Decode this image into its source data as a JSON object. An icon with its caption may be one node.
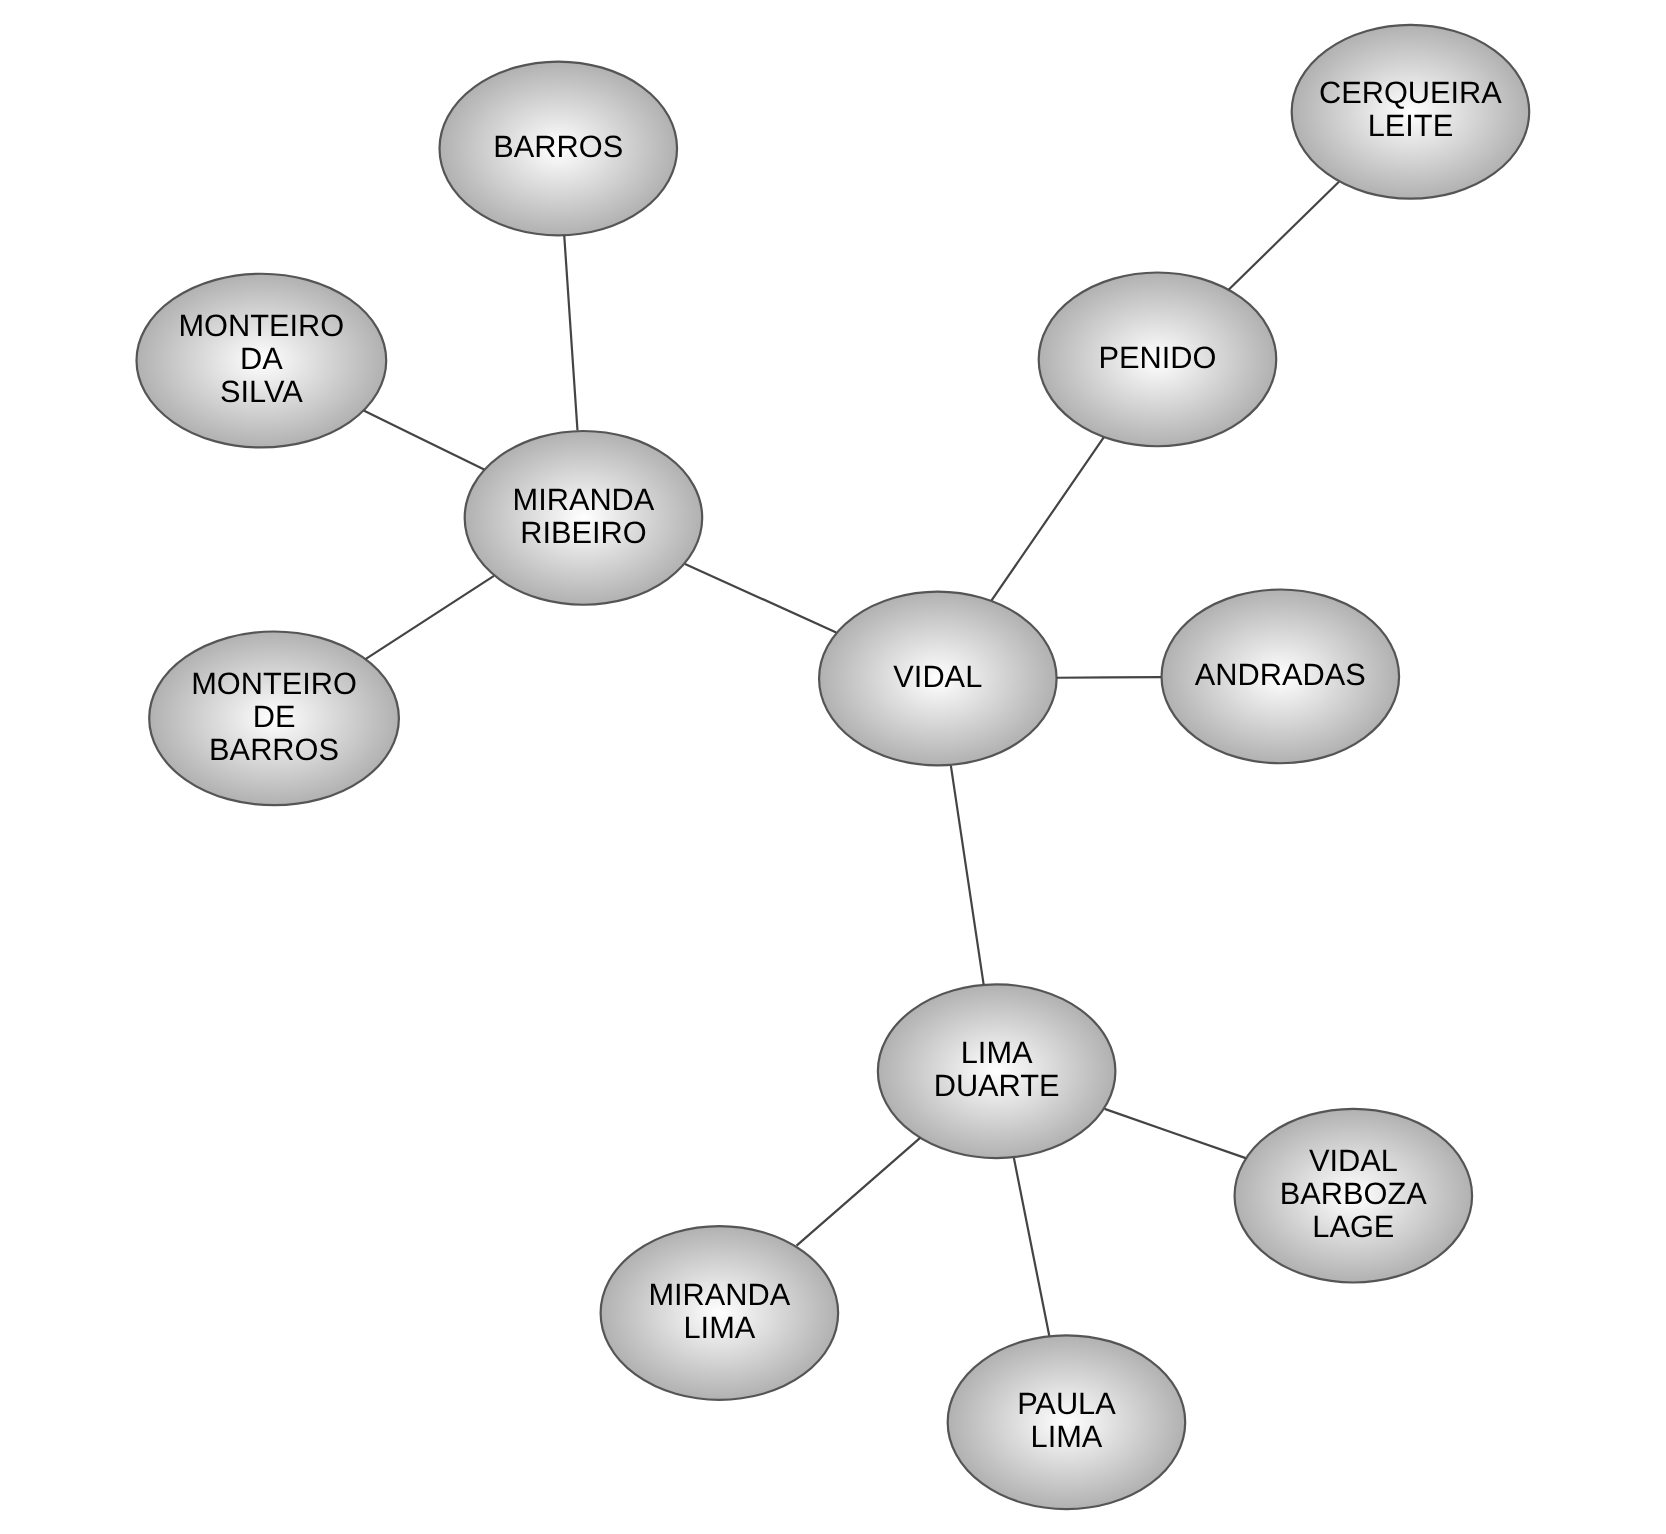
{
  "diagram": {
    "nodes": [
      {
        "text": [
          "MONTEIRO DA SILVA"
        ]
      },
      {
        "text": [
          "BARROS"
        ]
      },
      {
        "text": [
          "MONTEIRO DE BARROS"
        ]
      },
      {
        "text": [
          "MIRANDA RIBEIRO"
        ]
      },
      {
        "text": [
          "CERQUEIRA LEITE"
        ]
      },
      {
        "text": [
          "PENIDO"
        ]
      },
      {
        "text": [
          "VIDAL"
        ]
      },
      {
        "text": [
          "ANDRADAS"
        ]
      },
      {
        "text": [
          "LIMA DUARTE"
        ]
      },
      {
        "text": [
          "PAULA LIMA"
        ]
      },
      {
        "text": [
          "VIDAL BARBOZA LAGE"
        ]
      },
      {
        "text": [
          "MIRANDA LIMA"
        ]
      }
    ],
    "edges": [
      {
        "from": 3,
        "to": 0,
        "arrow": "none"
      },
      {
        "from": 3,
        "to": 1,
        "arrow": "none"
      },
      {
        "from": 3,
        "to": 2,
        "arrow": "none"
      },
      {
        "from": 6,
        "to": 3,
        "arrow": "none"
      },
      {
        "from": 5,
        "to": 4,
        "arrow": "none"
      },
      {
        "from": 6,
        "to": 5,
        "arrow": "none"
      },
      {
        "from": 6,
        "to": 7,
        "arrow": "none"
      },
      {
        "from": 6,
        "to": 8,
        "arrow": "none"
      },
      {
        "from": 8,
        "to": 9,
        "arrow": "none"
      },
      {
        "from": 8,
        "to": 10,
        "arrow": "none"
      },
      {
        "from": 8,
        "to": 11,
        "arrow": "none"
      }
    ]
  }
}
